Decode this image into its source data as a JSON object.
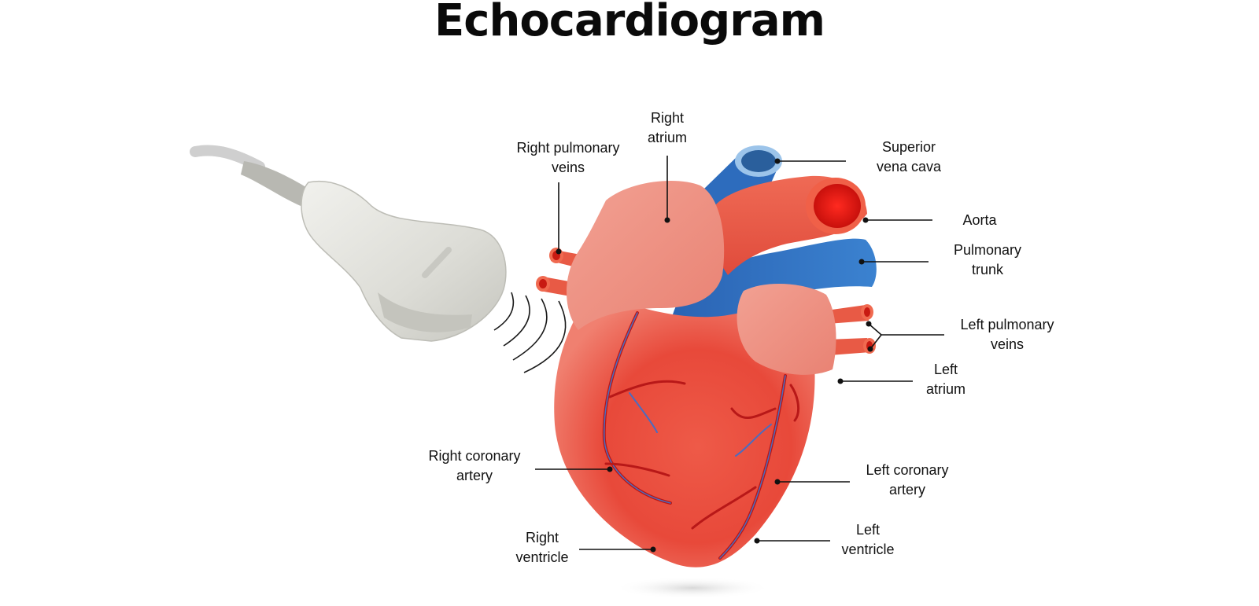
{
  "title": "Echocardiogram",
  "colors": {
    "heart_red": "#e84a3a",
    "vessel_blue": "#2e6fc0",
    "probe_gray": "#dcdcd6",
    "leader": "#111111"
  },
  "labels": {
    "right_pulmonary_veins": [
      "Right pulmonary",
      "veins"
    ],
    "right_atrium": [
      "Right",
      "atrium"
    ],
    "superior_vena_cava": [
      "Superior",
      "vena cava"
    ],
    "aorta": [
      "Aorta"
    ],
    "pulmonary_trunk": [
      "Pulmonary",
      "trunk"
    ],
    "left_pulmonary_veins": [
      "Left pulmonary",
      "veins"
    ],
    "left_atrium": [
      "Left",
      "atrium"
    ],
    "right_coronary_artery": [
      "Right coronary",
      "artery"
    ],
    "left_coronary_artery": [
      "Left coronary",
      "artery"
    ],
    "right_ventricle": [
      "Right",
      "ventricle"
    ],
    "left_ventricle": [
      "Left",
      "ventricle"
    ]
  },
  "icons": {
    "probe": "ultrasound-probe-icon",
    "waves": "ultrasound-waves-icon",
    "heart": "heart-illustration-icon"
  }
}
